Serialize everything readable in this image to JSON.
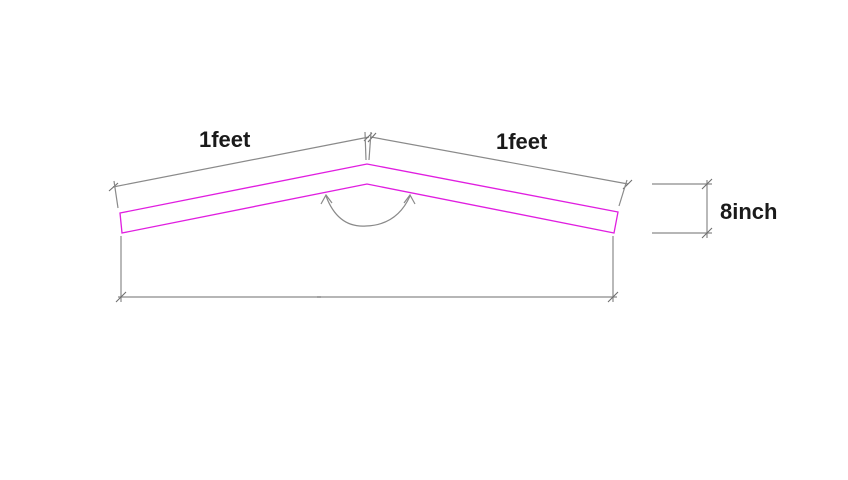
{
  "diagram": {
    "labels": {
      "left_length": "1feet",
      "right_length": "1feet",
      "thickness": "8inch"
    },
    "colors": {
      "part_outline": "#e01ee0",
      "dimension_lines": "#8a8a8a",
      "text": "#1a1a1a"
    }
  }
}
